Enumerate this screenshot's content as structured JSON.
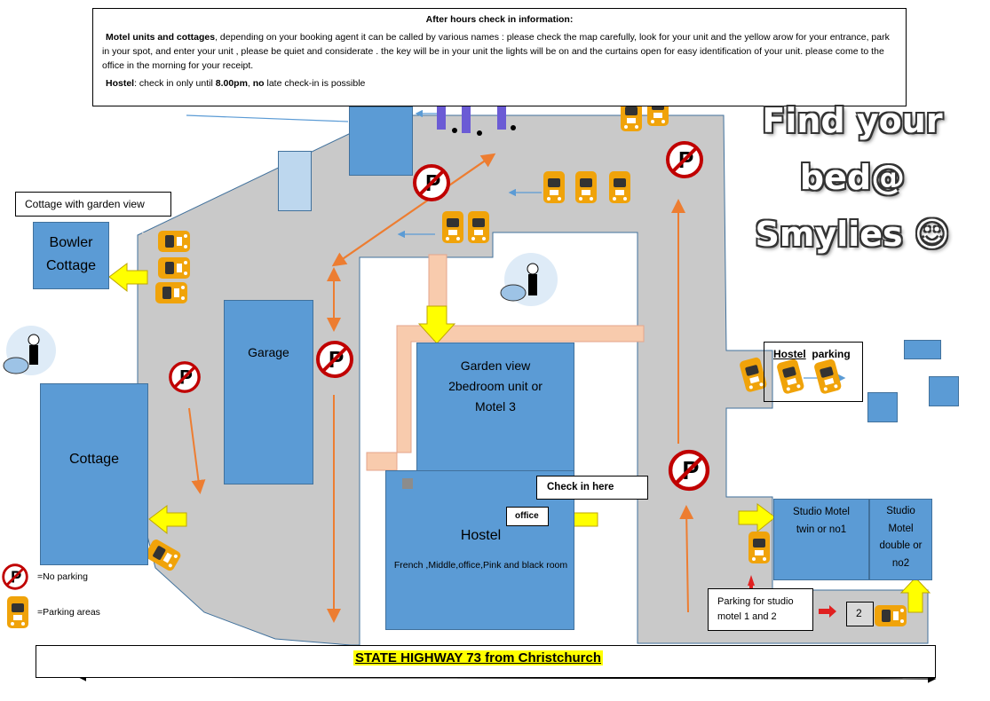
{
  "info": {
    "title": "After hours check in information:",
    "motel_bold": "Motel units and cottages",
    "motel_text": ", depending on your booking agent it can be called by various names : please check the map carefully, look for your unit and the yellow arow for your entrance, park in your spot, and enter your unit , please be quiet and considerate . the key will be in your unit the lights will be on and the curtains open for easy identification of your unit. please come to the office in the morning for your receipt.",
    "hostel_bold": "Hostel",
    "hostel_text1": ": check in only until ",
    "hostel_time": "8.00pm",
    "hostel_text2": ", ",
    "hostel_no": "no",
    "hostel_text3": " late check-in is possible"
  },
  "title": {
    "line1": "Find your",
    "line2": "bed@",
    "line3": "Smylies ☺"
  },
  "labels": {
    "cottage_garden_view": "Cottage with garden view",
    "bowler_line1": "Bowler",
    "bowler_line2": "Cottage",
    "garage": "Garage",
    "cottage": "Cottage",
    "garden_view_line1": "Garden view",
    "garden_view_line2": "2bedroom unit or",
    "garden_view_line3": "Motel 3",
    "hostel": "Hostel",
    "hostel_rooms": "French ,Middle,office,Pink and black room",
    "check_in": "Check in here",
    "office": "office",
    "hostel_parking_word1": "Hostel",
    "hostel_parking_word2": "parking",
    "studio1_line1": "Studio Motel",
    "studio1_line2": "twin  or no1",
    "studio2_line1": "Studio",
    "studio2_line2": "Motel",
    "studio2_line3": "double or",
    "studio2_line4": "no2",
    "studio_parking_line1": "Parking for studio",
    "studio_parking_line2": "motel 1 and 2",
    "spot_number": "2",
    "highway": "STATE HIGHWAY 73 from Christchurch"
  },
  "legend": {
    "no_parking": "=No parking",
    "parking_areas": "=Parking areas"
  },
  "colors": {
    "road": "#c9c9c9",
    "building": "#5b9bd5",
    "path": "#f8cbad",
    "arrow_yellow": "#ffff00",
    "arrow_orange": "#ed7d31",
    "no_parking_red": "#c00000",
    "car_orange": "#f0a30a"
  },
  "icons": [
    "no-parking-icon",
    "car-icon",
    "laundry-icon",
    "entrance-arrow-icon"
  ]
}
